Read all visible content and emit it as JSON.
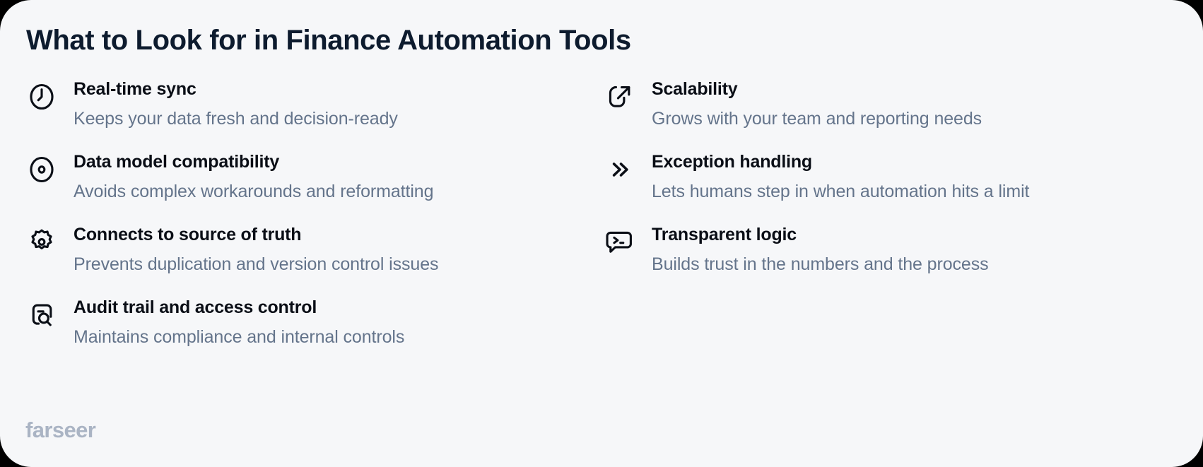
{
  "card": {
    "background_color": "#f6f7f9",
    "title": "What to Look for in Finance Automation Tools"
  },
  "columns": {
    "left": [
      {
        "icon": "clock-icon",
        "title": "Real-time sync",
        "description": "Keeps your data fresh and decision-ready"
      },
      {
        "icon": "target-dot-icon",
        "title": "Data model compatibility",
        "description": "Avoids complex workarounds and reformatting"
      },
      {
        "icon": "gear-icon",
        "title": "Connects to source of truth",
        "description": "Prevents duplication and version control issues"
      },
      {
        "icon": "file-search-icon",
        "title": "Audit trail and access control",
        "description": "Maintains compliance and internal controls"
      }
    ],
    "right": [
      {
        "icon": "external-link-icon",
        "title": "Scalability",
        "description": "Grows with your team and reporting needs"
      },
      {
        "icon": "double-chevron-right-icon",
        "title": "Exception handling",
        "description": "Lets humans step in when automation hits a limit"
      },
      {
        "icon": "terminal-bubble-icon",
        "title": "Transparent logic",
        "description": "Builds trust in the numbers and the process"
      }
    ]
  },
  "footer": {
    "brand": "farseer"
  },
  "colors": {
    "title": "#0d1b2e",
    "feature_title": "#0a0e16",
    "feature_description": "#64748b",
    "icon": "#0b0f17",
    "brand": "#aab4c4",
    "card_background": "#f6f7f9"
  }
}
